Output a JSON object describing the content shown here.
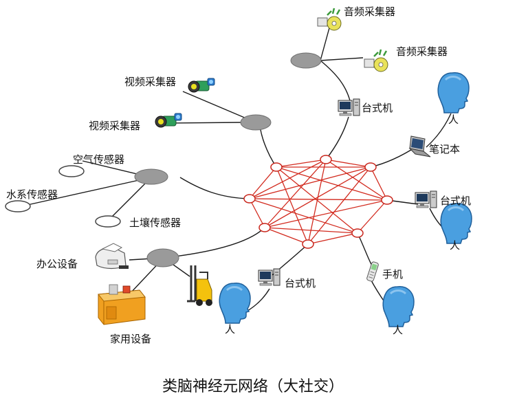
{
  "title": "类脑神经元网络（大社交）",
  "colors": {
    "mesh_line": "#d22a1e",
    "mesh_node_stroke": "#c9261c",
    "link_line": "#1a1a1a",
    "hub_fill": "#9a9a9a",
    "sensor_stroke": "#444444",
    "person_blue": "#4a9fe0",
    "person_dark": "#1f5f9a"
  },
  "labels": {
    "audio_collector_1": "音频采集器",
    "audio_collector_2": "音频采集器",
    "video_collector_1": "视频采集器",
    "video_collector_2": "视频采集器",
    "desktop_top": "台式机",
    "notebook": "笔记本",
    "person_top": "人",
    "air_sensor": "空气传感器",
    "water_sensor": "水系传感器",
    "soil_sensor": "土壤传感器",
    "desktop_right": "台式机",
    "person_right": "人",
    "office_equipment": "办公设备",
    "desktop_bottom": "台式机",
    "phone": "手机",
    "home_equipment": "家用设备",
    "person_bottom_left": "人",
    "person_bottom_right": "人"
  },
  "icons": {
    "audio": "speaker-cd-icon",
    "video": "camcorder-icon",
    "desktop": "desktop-computer-icon",
    "notebook": "laptop-icon",
    "person": "person-head-icon",
    "phone": "mobile-phone-icon",
    "office": "printer-icon",
    "home": "furniture-icon",
    "forklift": "forklift-icon"
  }
}
